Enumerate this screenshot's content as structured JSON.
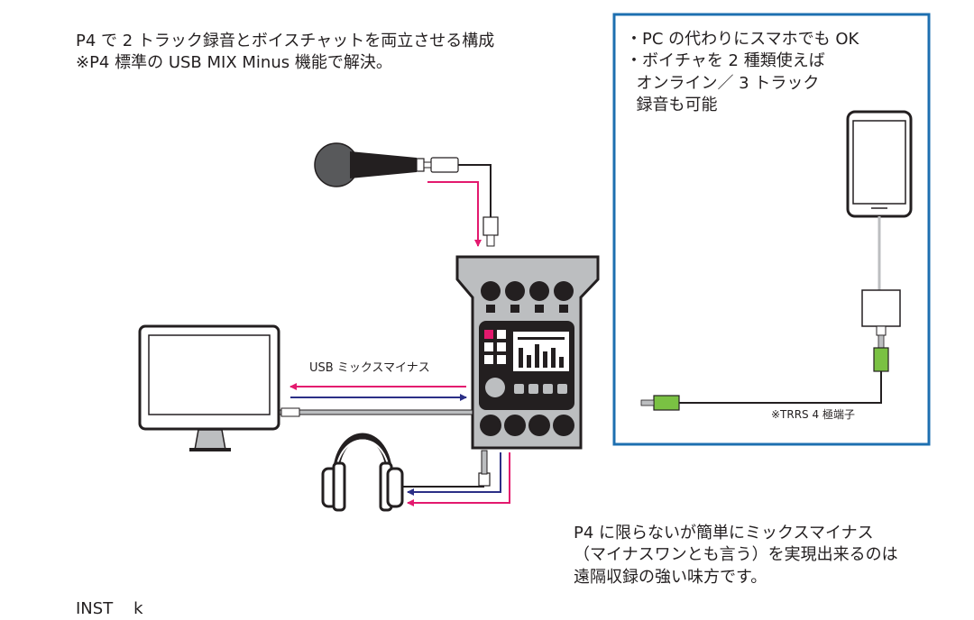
{
  "title": {
    "line1": "P4 で 2 トラック録音とボイスチャットを両立させる構成",
    "line2": "※P4 標準の USB MIX Minus 機能で解決。"
  },
  "side_notes": {
    "line1": "・PC の代わりにスマホでも OK",
    "line2": "・ボイチャを 2 種類使えば",
    "line3": "  オンライン／ 3 トラック",
    "line4": "  録音も可能"
  },
  "labels": {
    "usb_mix_minus": "USB ミックスマイナス",
    "trrs": "※TRRS 4 極端子"
  },
  "bottom_note": {
    "line1": "P4 に限らないが簡単にミックスマイナス",
    "line2": "（マイナスワンとも言う）を実現出来るのは",
    "line3": "遠隔収録の強い味方です。"
  },
  "footer_partial": "INST    k",
  "colors": {
    "frame_blue": "#1d6fb0",
    "signal_pink": "#e3196e",
    "signal_navy": "#2b2f86",
    "adapter_green": "#7ac143",
    "device_dark": "#231f20",
    "device_grey": "#bcbec0"
  },
  "icons": [
    "microphone-icon",
    "monitor-icon",
    "headphones-icon",
    "smartphone-icon",
    "recorder-icon"
  ]
}
